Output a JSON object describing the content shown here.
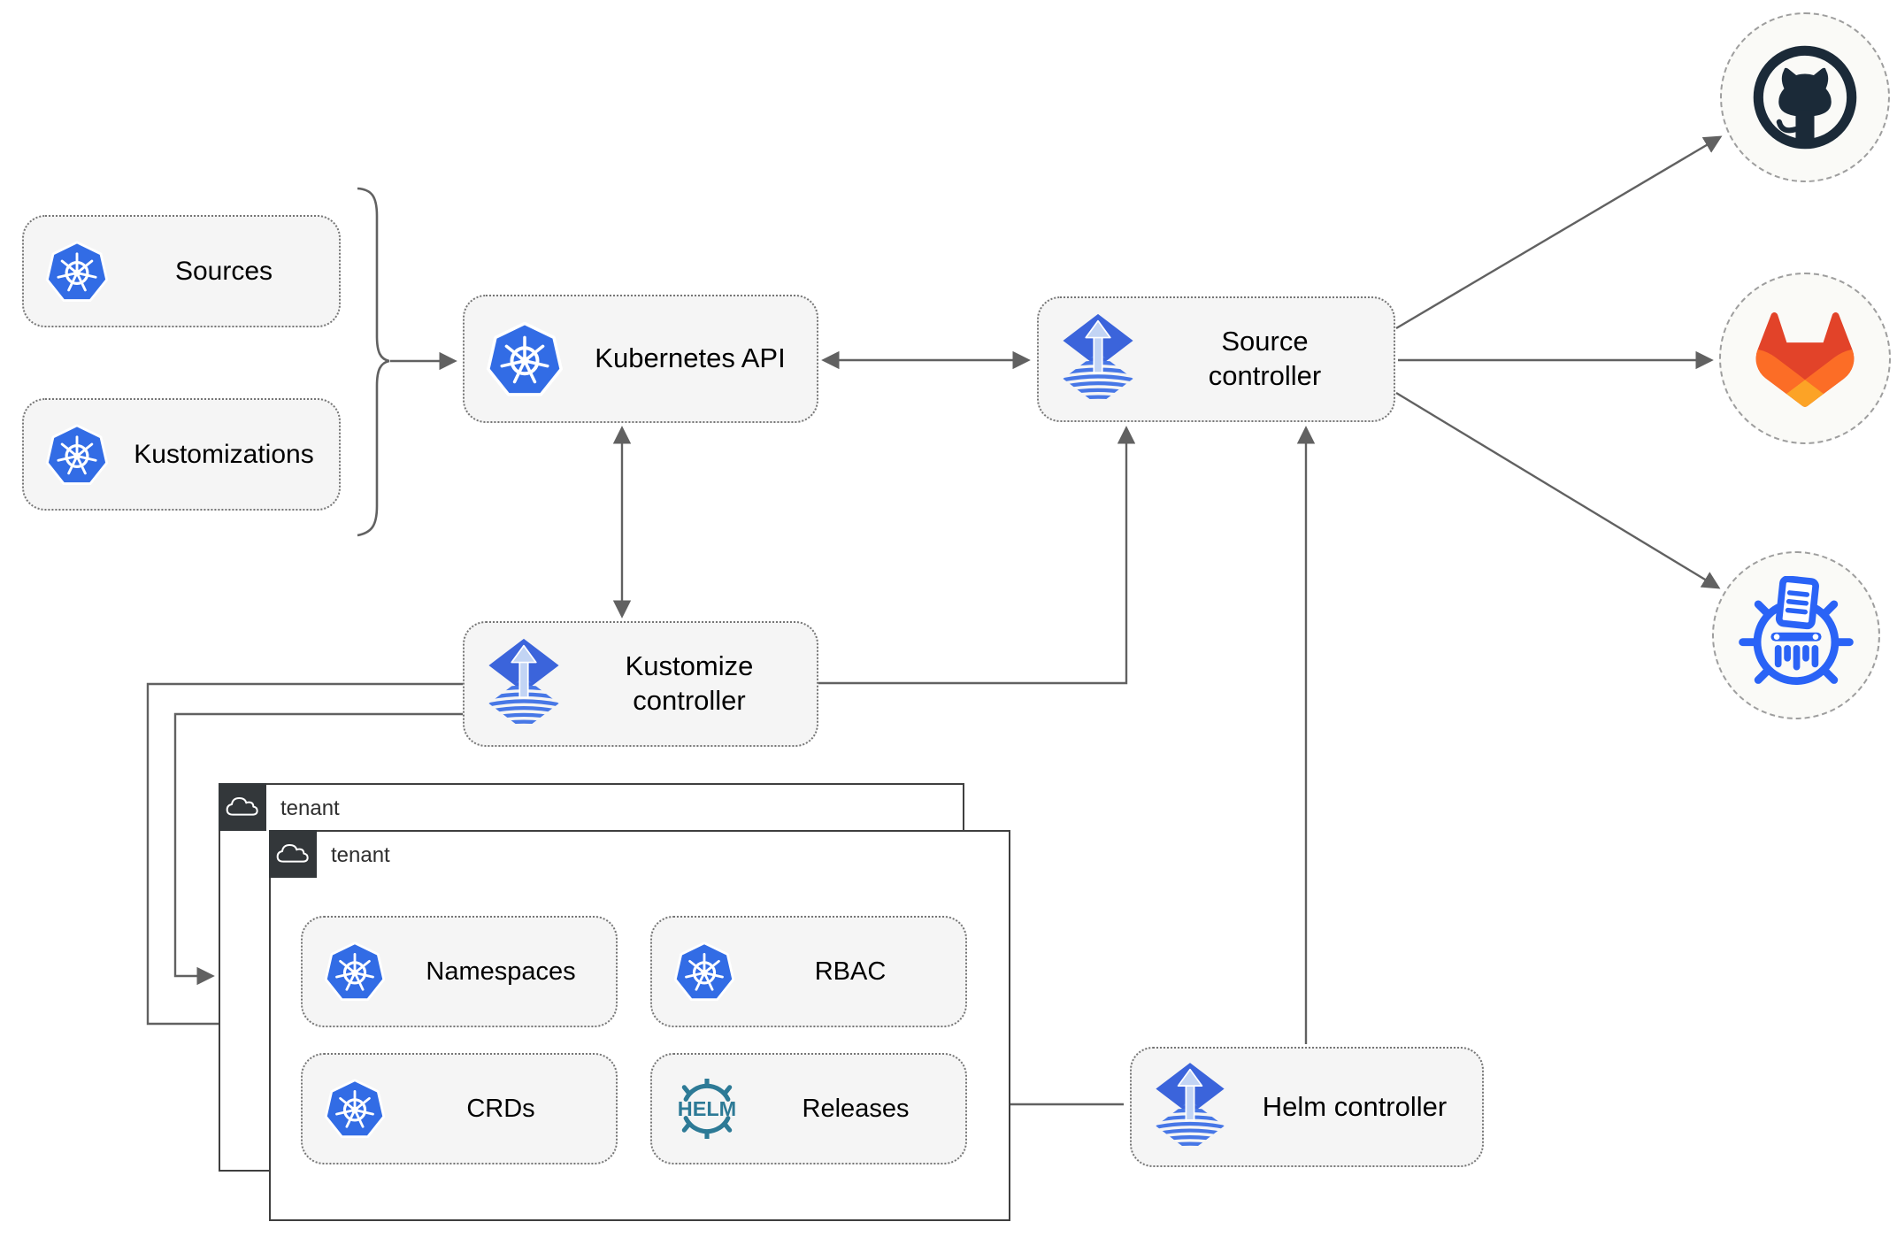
{
  "nodes": {
    "sources": {
      "label": "Sources"
    },
    "kustomizations": {
      "label": "Kustomizations"
    },
    "kubernetes_api": {
      "label": "Kubernetes API"
    },
    "source_controller": {
      "label": "Source controller"
    },
    "kustomize_controller": {
      "label": "Kustomize controller"
    },
    "helm_controller": {
      "label": "Helm controller"
    },
    "namespaces": {
      "label": "Namespaces"
    },
    "rbac": {
      "label": "RBAC"
    },
    "crds": {
      "label": "CRDs"
    },
    "releases": {
      "label": "Releases"
    }
  },
  "tenants": {
    "back": {
      "label": "tenant"
    },
    "front": {
      "label": "tenant"
    }
  },
  "icons": {
    "kubernetes": "kubernetes-wheel-logo",
    "flux": "flux-cd-logo",
    "helm_text": "HELM",
    "github": "github-octocat-logo",
    "gitlab": "gitlab-tanuki-logo",
    "kustomize": "kustomize-shredder-logo",
    "cloud": "cloud-outline"
  },
  "colors": {
    "kubernetes_blue": "#326CE5",
    "flux_blue": "#3B64DB",
    "flux_light_arrow": "#C2D4F4",
    "helm_teal": "#2D7A96",
    "kustomize_blue": "#2A63F6",
    "github_dark": "#1B2A38",
    "gitlab_dark_orange": "#E24329",
    "gitlab_orange": "#FC6D26",
    "gitlab_light_orange": "#FCA326",
    "box_fill": "#F5F5F5",
    "connector_gray": "#616161",
    "tenant_header_dark": "#33373A"
  }
}
